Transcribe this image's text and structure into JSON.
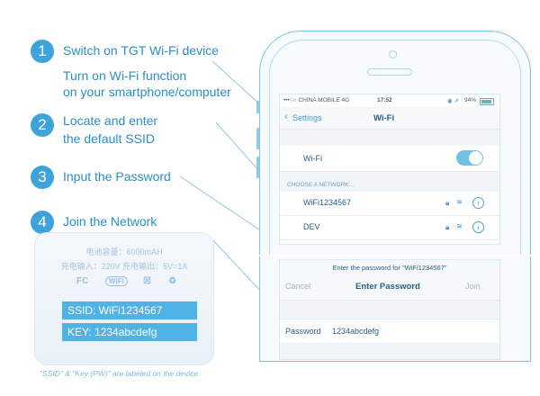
{
  "steps": [
    {
      "num": "1",
      "lines": [
        "Switch on TGT Wi-Fi device"
      ]
    },
    {
      "num": "",
      "lines": [
        "Turn on Wi-Fi function",
        "on your smartphone/computer"
      ]
    },
    {
      "num": "2",
      "lines": [
        "Locate and enter",
        "the default SSID"
      ]
    },
    {
      "num": "3",
      "lines": [
        "Input the Password"
      ]
    },
    {
      "num": "4",
      "lines": [
        "Join the Network"
      ]
    }
  ],
  "device": {
    "line1": "电池容量：6000mAH",
    "line2": "充电输入：220V  充电输出：5V=1A",
    "icons": [
      "FC",
      "WiFi",
      "☒",
      "♻"
    ],
    "ssid_label": "SSID: WiFi1234567",
    "key_label": "KEY:  1234abcdefg"
  },
  "caption": "\"SSID\" & \"Key (PW)\" are labeled on the device.",
  "phone": {
    "status": {
      "carrier": "•••○○ CHINA MOBILE  4G",
      "time": "17:52",
      "battery": "94%"
    },
    "nav": {
      "back": "Settings",
      "title": "Wi-Fi"
    },
    "wifi_row": {
      "label": "Wi-Fi",
      "enabled": true
    },
    "section_header": "CHOOSE A NETWORK...",
    "networks": [
      {
        "name": "WiFi1234567",
        "locked": true
      },
      {
        "name": "DEV",
        "locked": true
      }
    ]
  },
  "password_screen": {
    "prompt": "Enter the password for \"WiFi1234567\"",
    "cancel": "Cancel",
    "title": "Enter Password",
    "join": "Join",
    "field_label": "Password",
    "field_value": "1234abcdefg"
  },
  "colors": {
    "accent": "#3da3d8",
    "text": "#2a8fc4",
    "label_bg": "#4fb3e6"
  }
}
